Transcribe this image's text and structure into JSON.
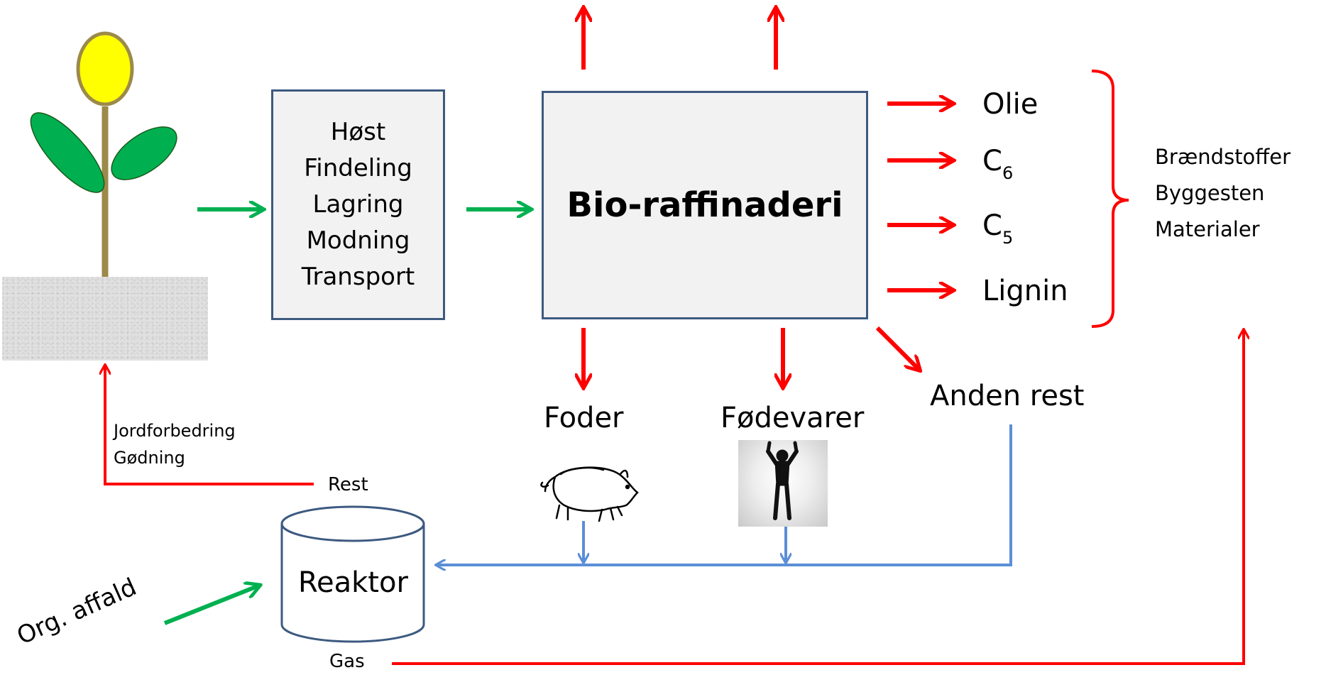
{
  "colors": {
    "red": "#ff0000",
    "green": "#00b050",
    "blue": "#5b8ed6",
    "box_border": "#3d5a80",
    "box_fill": "#f2f2f2"
  },
  "process_box": {
    "lines": [
      "Høst",
      "Findeling",
      "Lagring",
      "Modning",
      "Transport"
    ]
  },
  "biorefinery": {
    "title": "Bio-raffinaderi"
  },
  "products": [
    {
      "text": "Olie"
    },
    {
      "text": "C",
      "sub": "6"
    },
    {
      "text": "C",
      "sub": "5"
    },
    {
      "text": "Lignin"
    }
  ],
  "uses": [
    "Brændstoffer",
    "Byggesten",
    "Materialer"
  ],
  "outputs": {
    "feed": "Foder",
    "food": "Fødevarer",
    "other": "Anden rest"
  },
  "reactor": {
    "label": "Reaktor",
    "rest": "Rest",
    "gas": "Gas"
  },
  "soil_return": [
    "Jordforbedring",
    "Gødning"
  ],
  "org_waste": "Org. affald",
  "icons": {
    "plant": "plant-icon",
    "soil": "soil-image",
    "pig": "pig-icon",
    "person": "person-photo"
  }
}
